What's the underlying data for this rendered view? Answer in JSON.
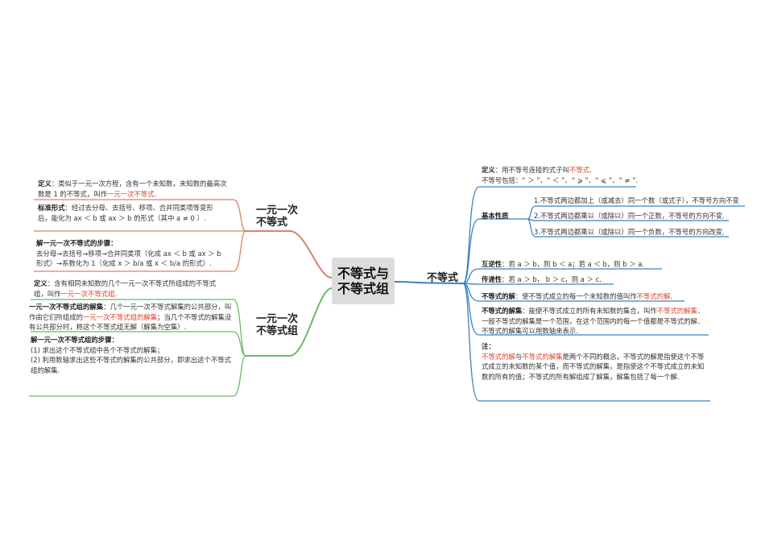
{
  "center": "不等式与不等式组",
  "right": {
    "title": "不等式",
    "definition": {
      "label": "定义",
      "text_a": "：用不等号连接的式子叫",
      "term": "不等式",
      "text_b": ".",
      "line2": "不等号包括：“ ＞ ”、“ ＜ ”、“ ⩾ ”、“ ⩽ ”、“ ≠ ”."
    },
    "properties": {
      "label": "基本性质",
      "items": [
        "1.不等式两边都加上（或减去）同一个数（或式子），不等号方向不变",
        "2.不等式两边都乘以（或除以）同一个正数，不等号的方向不变.",
        "3.不等式两边都乘以（或除以）同一个负数，不等号的方向改变."
      ]
    },
    "reverse": {
      "label": "互逆性",
      "text": "：若 a ＞ b，则 b ＜ a；若 a ＜ b，则 b ＞ a."
    },
    "transitive": {
      "label": "传递性",
      "text": "：若 a ＞ b， b ＞ c，则 a ＞ c."
    },
    "solution": {
      "label": "不等式的解",
      "text": "：使不等式成立的每一个未知数的值叫作",
      "term": "不等式的解",
      "end": "."
    },
    "solution_set": {
      "label": "不等式的解集",
      "text_a": "：能使不等式成立的所有未知数的集合，叫作",
      "term": "不等式的解集",
      "text_b": "．一般不等式的解集是一个范围，在这个范围内的每一个值都是不等式的解．不等式的解集可以用数轴来表示."
    },
    "note": {
      "label": "注",
      "term1": "不等式的解",
      "mid": "与",
      "term2": "不等式的解集",
      "text": "是两个不同的概念，不等式的解是指使这个不等式成立的未知数的某个值，而不等式的解集，是指使这个不等式成立的未知数的所有的值；不等式的所有解组成了解集，解集包括了每一个解."
    }
  },
  "left_top": {
    "title": "一元一次不等式",
    "definition": {
      "label": "定义",
      "text": "：类似于一元一次方程，含有一个未知数，未知数的最高次数是 1 的不等式，叫作",
      "term": "一元一次不等式",
      "end": "."
    },
    "standard": {
      "label": "标准形式",
      "text": "：经过去分母、去括号、移项、合并同类项等变形后，能化为 ax ＜ b 或 ax ＞ b 的形式（其中 a ≠ 0 ）."
    },
    "steps": {
      "label": "解一元一次不等式的步骤",
      "text": "去分母→去括号→移项→合并同类项（化成 ax ＜ b 或 ax ＞ b 形式）→系数化为 1（化成 x ＞ b/a 或 x ＜ b/a 的形式）."
    }
  },
  "left_bottom": {
    "title": "一元一次不等式组",
    "definition": {
      "label": "定义",
      "text": "：含有相同未知数的几个一元一次不等式所组成的不等式组，叫作",
      "term": "一元一次不等式组",
      "end": "."
    },
    "solution_set": {
      "label": "一元一次不等式组的解集",
      "text_a": "：几个一元一次不等式解集的公共部分，叫作由它们所组成的",
      "term": "一元一次不等式组的解集",
      "text_b": "；当几个不等式的解集没有公共部分时，称这个不等式组无解（解集为空集）."
    },
    "steps": {
      "label": "解一元一次不等式组的步骤",
      "line1": "(1) 求出这个不等式组中各个不等式的解集；",
      "line2": "(2) 利用数轴求出这些不等式的解集的公共部分，即求出这个不等式组的解集."
    }
  },
  "colors": {
    "right": "#3b82c4",
    "left_top": "#d9826b",
    "left_bottom": "#6bb86b",
    "highlight": "#e0422a",
    "center_bg": "#dcdcdc"
  }
}
